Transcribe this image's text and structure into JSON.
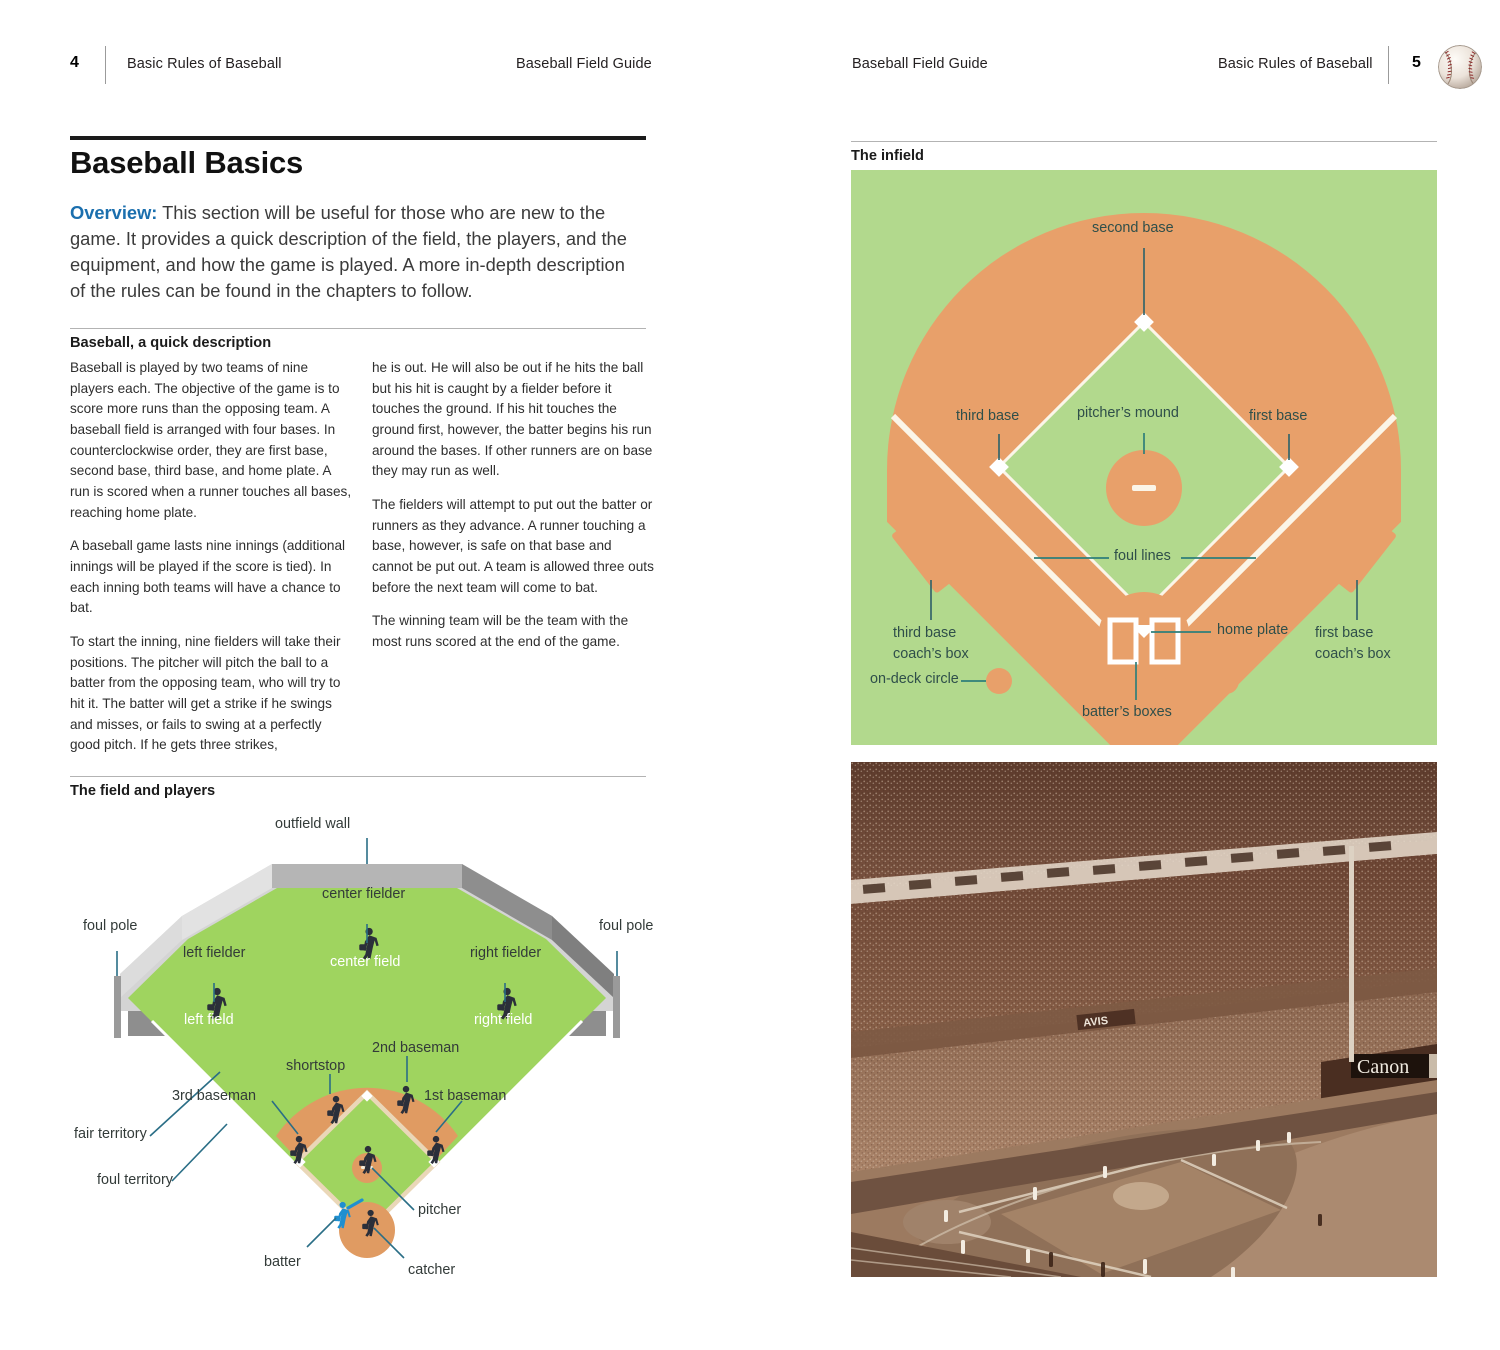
{
  "spread": {
    "left_page": {
      "folio": "4",
      "running_head_inner": "Basic Rules of Baseball",
      "running_head_outer": "Baseball Field Guide"
    },
    "right_page": {
      "folio": "5",
      "running_head_inner": "Baseball Field Guide",
      "running_head_outer": "Basic Rules of Baseball",
      "icon": "baseball-icon"
    }
  },
  "chapter": {
    "title": "Baseball Basics",
    "overview_label": "Overview:",
    "overview_text": " This section will be useful for those who are new to the game. It provides a quick description of the field, the players, and the equipment, and how the game is played. A more in-depth description of the rules can be found in the chapters to follow.",
    "overview_accent_color": "#1b6fae"
  },
  "quick_description": {
    "heading": "Baseball, a quick description",
    "column_left": [
      "Baseball is played by two teams of nine players each. The objective of the game is to score more runs than the opposing team. A baseball field is arranged with four bases. In counterclockwise order, they are first base, second base, third base, and home plate. A run is scored when a runner touches all bases, reaching home plate.",
      "A baseball game lasts nine innings (additional innings will be played if the score is tied). In each inning both teams will have a chance to bat.",
      "To start the inning, nine fielders will take their positions. The pitcher will pitch the ball to a batter from the opposing team, who will try to hit it. The batter will get a strike if he swings and misses, or fails to swing at a perfectly good pitch. If he gets three strikes,"
    ],
    "column_right": [
      "he is out. He will also be out if he hits the ball but his hit is caught by a fielder before it touches the ground. If his hit touches the ground first, however, the batter begins his run around the bases. If other runners are on base they may run as well.",
      "The fielders will attempt to put out the batter or runners as they advance. A runner touching a base, however, is safe on that base and cannot be put out. A team is allowed three outs before the next team will come to bat.",
      "The winning team will be the team with the most runs scored at the end of the game."
    ]
  },
  "field_diagram": {
    "heading": "The field and players",
    "labels": {
      "outfield_wall": "outfield wall",
      "foul_pole_left": "foul pole",
      "foul_pole_right": "foul pole",
      "center_fielder": "center fielder",
      "center_field": "center field",
      "left_fielder": "left fielder",
      "left_field": "left field",
      "right_fielder": "right fielder",
      "right_field": "right field",
      "second_baseman": "2nd baseman",
      "shortstop": "shortstop",
      "third_baseman": "3rd baseman",
      "first_baseman": "1st baseman",
      "fair_territory": "fair territory",
      "foul_territory": "foul territory",
      "pitcher": "pitcher",
      "batter": "batter",
      "catcher": "catcher"
    },
    "colors": {
      "grass": "#9fd45f",
      "dirt": "#e09b62",
      "wall_light": "#d4d4d4",
      "wall_dark": "#8e8e8e",
      "player": "#2b2f3a",
      "batter": "#1f8fd0",
      "leader": "#2a6e86",
      "label_text": "#3a4a46"
    }
  },
  "infield_diagram": {
    "heading": "The infield",
    "labels": {
      "second_base": "second base",
      "third_base": "third base",
      "first_base": "first base",
      "pitchers_mound": "pitcher’s mound",
      "foul_lines": "foul lines",
      "third_base_coachs_box": [
        "third base",
        "coach’s box"
      ],
      "first_base_coachs_box": [
        "first base",
        "coach’s box"
      ],
      "home_plate": "home plate",
      "on_deck_circle": "on-deck circle",
      "batters_boxes": "batter’s boxes"
    },
    "colors": {
      "grass": "#b2d98d",
      "dirt": "#e8a06a",
      "line": "#fbf5e8",
      "leader": "#2e7f7a",
      "label_text": "#2f4f4a"
    }
  },
  "photo": {
    "name": "stadium-photograph",
    "tone": "sepia",
    "signage": [
      "AVIS",
      "Canon"
    ]
  }
}
